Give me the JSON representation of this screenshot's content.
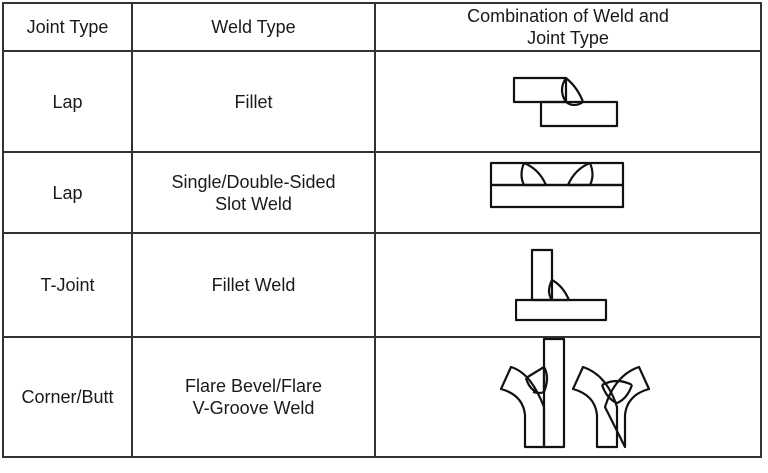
{
  "table": {
    "headers": [
      "Joint Type",
      "Weld Type",
      [
        "Combination of Weld and",
        "Joint Type"
      ]
    ],
    "rows": [
      {
        "joint_type": "Lap",
        "weld_type": [
          "Fillet"
        ],
        "figure": "lap-fillet-diagram"
      },
      {
        "joint_type": "Lap",
        "weld_type": [
          "Single/Double-Sided",
          "Slot Weld"
        ],
        "figure": "lap-slot-weld-diagram"
      },
      {
        "joint_type": "T-Joint",
        "weld_type": [
          "Fillet Weld"
        ],
        "figure": "t-joint-fillet-diagram"
      },
      {
        "joint_type": "Corner/Butt",
        "weld_type": [
          "Flare Bevel/Flare",
          "V-Groove  Weld"
        ],
        "figure": "flare-groove-diagram"
      }
    ]
  }
}
